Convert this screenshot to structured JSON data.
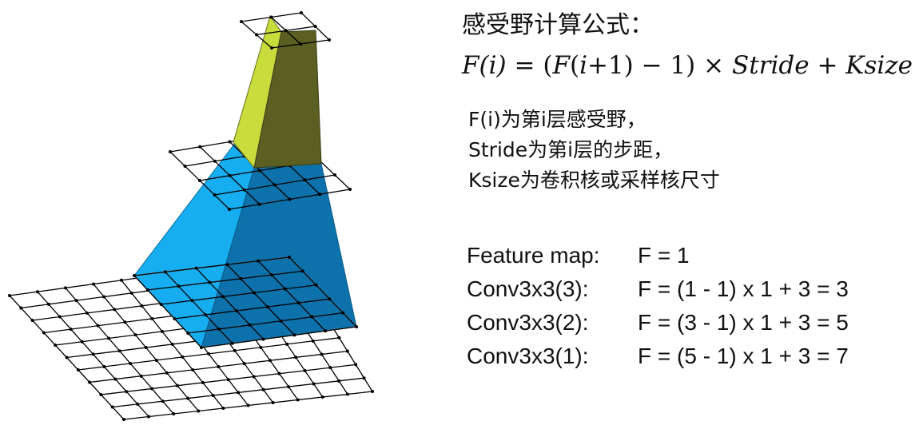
{
  "title": "感受野计算公式：",
  "formula": {
    "lhs": "F(i)",
    "rhs_parts": [
      "(",
      "F",
      "(",
      "i",
      "+1) − 1) × ",
      "Stride",
      " + ",
      "Ksize"
    ]
  },
  "description": [
    "F(i)为第i层感受野，",
    "Stride为第i层的步距，",
    "Ksize为卷积核或采样核尺寸"
  ],
  "calculations": [
    {
      "label": "Feature map:",
      "expr": "F = 1"
    },
    {
      "label": "Conv3x3(3):",
      "expr": "F = (1 - 1) x 1 + 3 = 3"
    },
    {
      "label": "Conv3x3(2):",
      "expr": "F = (3 - 1) x 1 + 3 = 5"
    },
    {
      "label": "Conv3x3(1):",
      "expr": "F = (5 - 1) x 1 + 3 = 7"
    }
  ],
  "diagram": {
    "layers": [
      {
        "name": "top-grid",
        "size": 2,
        "color": "#c8d93a"
      },
      {
        "name": "middle-grid",
        "size": 4,
        "color": "#1aa9e8"
      },
      {
        "name": "bottom-grid",
        "size": 10,
        "color": "#ffffff"
      }
    ],
    "colors": {
      "yellow_light": "#c8dc3c",
      "yellow_dark": "#5c5f22",
      "blue_light": "#16aef0",
      "blue_dark": "#0d72ac",
      "grid_line": "#000000"
    }
  }
}
